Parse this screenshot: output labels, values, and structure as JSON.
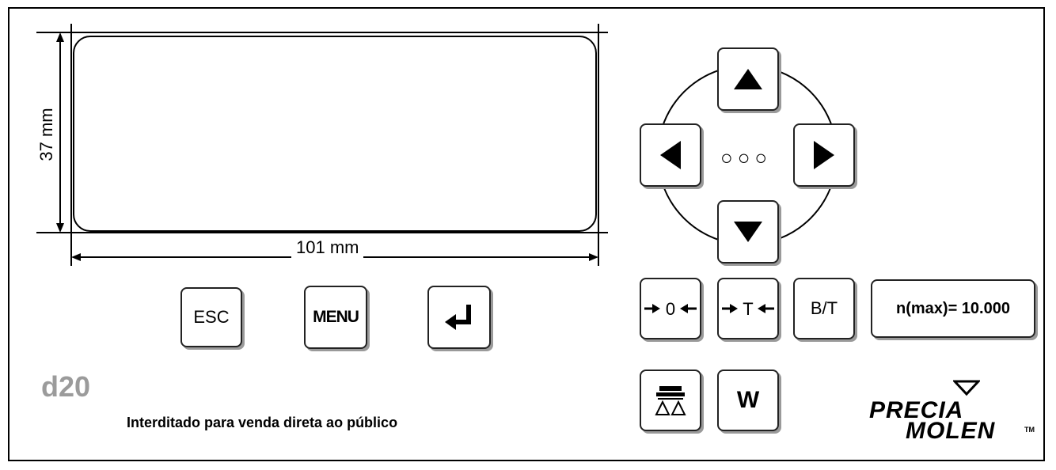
{
  "dimensions": {
    "width_label": "101 mm",
    "height_label": "37 mm"
  },
  "keypad": {
    "esc_label": "ESC",
    "menu_label": "MENU",
    "zero_label": "0",
    "tare_label": "T",
    "bt_label": "B/T",
    "w_label": "W",
    "center_indicator": "○○○"
  },
  "capacity": "n(max)= 10.000",
  "model": "d20",
  "notice": "Interditado para venda direta ao público",
  "brand": {
    "line1": "PRECIA",
    "line2": "MOLEN",
    "tm": "TM"
  },
  "colors": {
    "line": "#000000",
    "key_shadow": "#9a9a9a",
    "model_text": "#9b9b9b"
  }
}
